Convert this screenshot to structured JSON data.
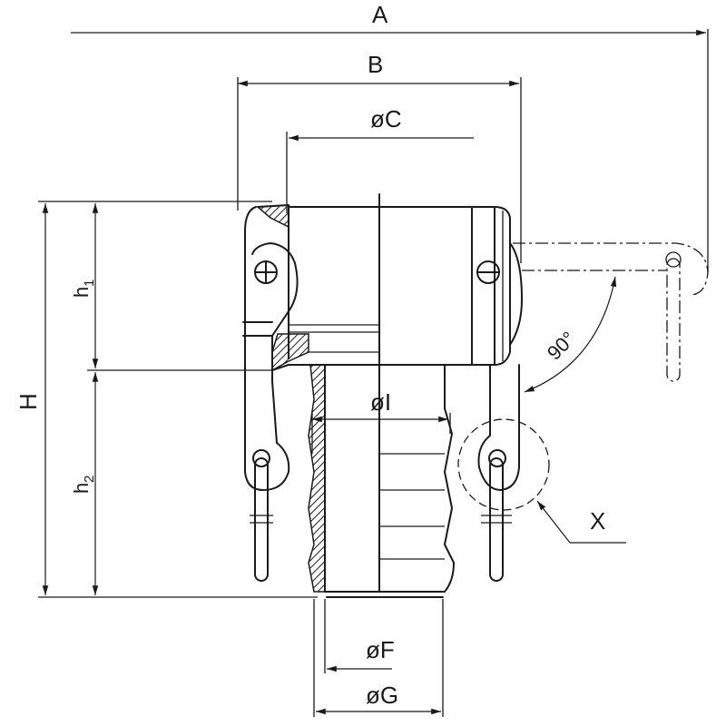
{
  "dimensions": {
    "A": "A",
    "B": "B",
    "C": "øC",
    "I": "øI",
    "F": "øF",
    "G": "øG",
    "H": "H",
    "h1": "h",
    "h1_sub": "1",
    "h2": "h",
    "h2_sub": "2",
    "angle": "90°",
    "detail": "X"
  }
}
